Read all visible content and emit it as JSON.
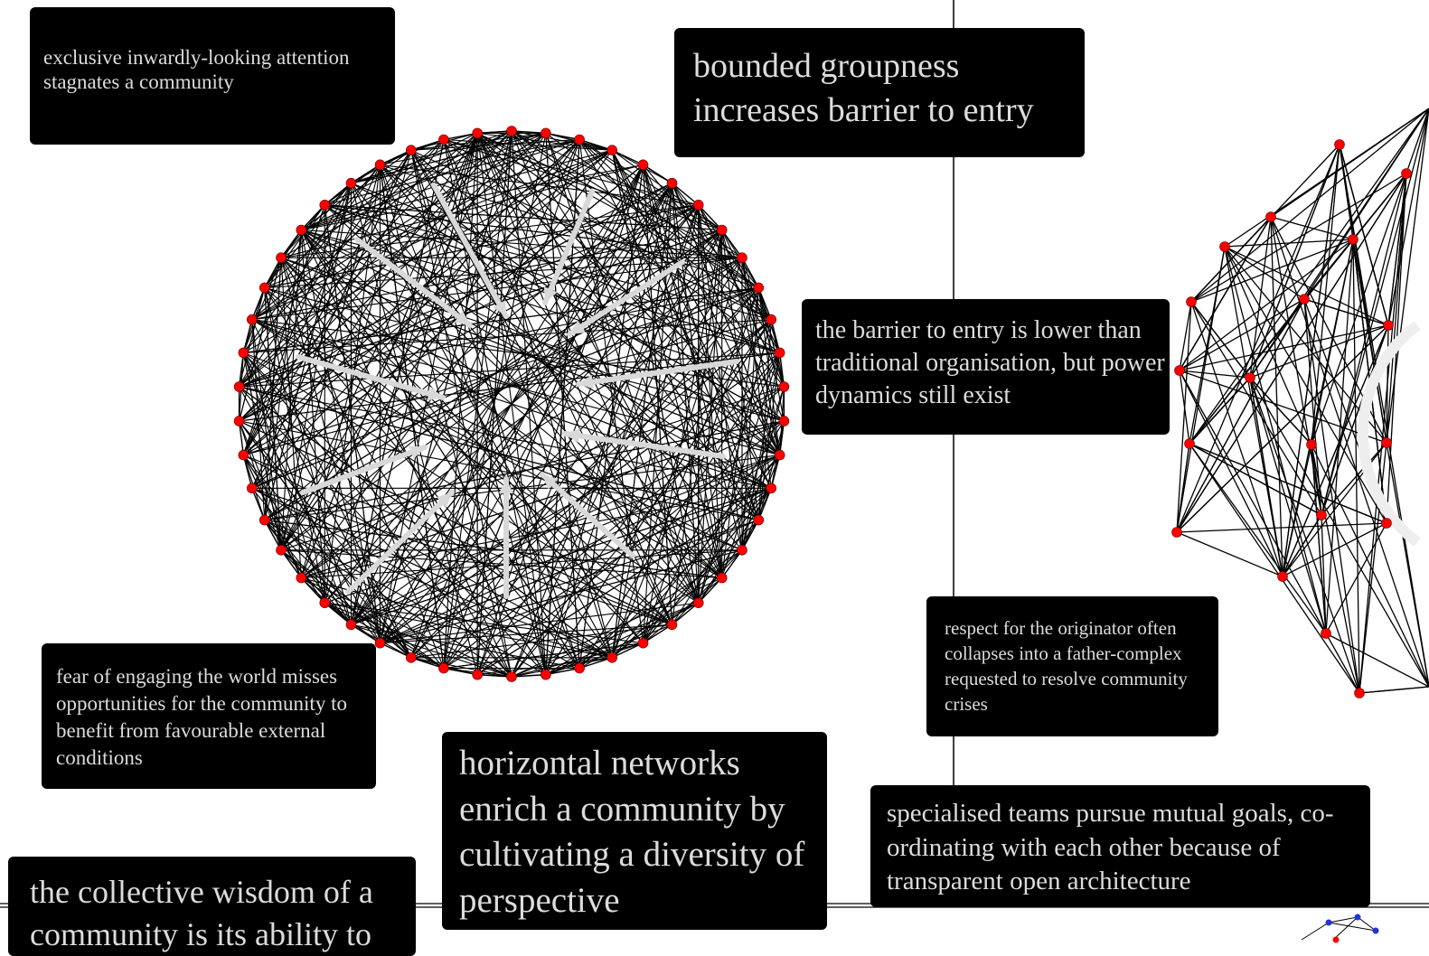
{
  "colors": {
    "background": "#ffffff",
    "card_bg": "#000000",
    "card_text": "#dcdcdc",
    "edge": "#000000",
    "node": "#ff0000",
    "arrow": "#d8d8d8",
    "divider": "#000000"
  },
  "notes": {
    "stagnation": "exclusive inwardly-looking attention stagnates a community",
    "groupness": "bounded groupness increases barrier to entry",
    "barrier": "the barrier to entry is lower than traditional organisation, but power dynamics still exist",
    "fear": "fear of engaging the world misses opportunities for the community to benefit from favourable external conditions",
    "horizontal": "horizontal networks enrich a community by cultivating a diversity of perspective",
    "originator": "respect for the originator often collapses into a father-complex requested to resolve community crises",
    "teams": "specialised teams pursue mutual goals, co-ordinating with each other because of transparent open architecture",
    "wisdom": "the collective wisdom of a community is its ability to"
  }
}
